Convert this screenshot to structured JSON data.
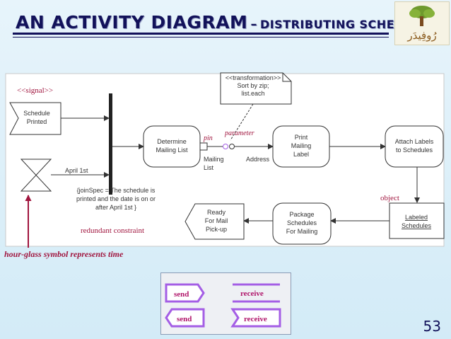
{
  "header": {
    "title_main": "AN ACTIVITY DIAGRAM",
    "title_dash": "–",
    "title_sub": "DISTRIBUTING SCHEDULES",
    "logo_text": "رُوفِيدَر"
  },
  "diagram": {
    "transformation_note": [
      "<<transformation>>",
      "Sort by zip;",
      "list.each"
    ],
    "signal_stereotype": "<<signal>>",
    "signal_node": [
      "Schedule",
      "Printed"
    ],
    "time_event_label": "April 1st",
    "join_spec": [
      "{joinSpec = The schedule is",
      "printed and the date is on or",
      "after April 1st }"
    ],
    "actions": {
      "determine": [
        "Determine",
        "Mailing List"
      ],
      "print": [
        "Print",
        "Mailing",
        "Label"
      ],
      "attach": [
        "Attach Labels",
        "to Schedules"
      ],
      "package": [
        "Package",
        "Schedules",
        "For Mailing"
      ]
    },
    "pin_output_label": [
      "Mailing",
      "List"
    ],
    "pin_input_label": "Address",
    "labeled_schedules": [
      "Labeled",
      "Schedules"
    ],
    "final_signal": [
      "Ready",
      "For Mail",
      "Pick-up"
    ]
  },
  "annotations": {
    "pin": "pin",
    "parameter": "parameter",
    "object": "object",
    "redundant_constraint": "redundant constraint",
    "hourglass": "hour-glass symbol represents time"
  },
  "legend": {
    "send_1": "send",
    "receive_1": "receive",
    "send_2": "send",
    "receive_2": "receive"
  },
  "slide_number": "53",
  "colors": {
    "title": "#12125a",
    "annotation": "#a0153e",
    "legend_purple": "#a45ee5",
    "legend_text": "#b0156a",
    "diagram_stroke": "#333333"
  }
}
